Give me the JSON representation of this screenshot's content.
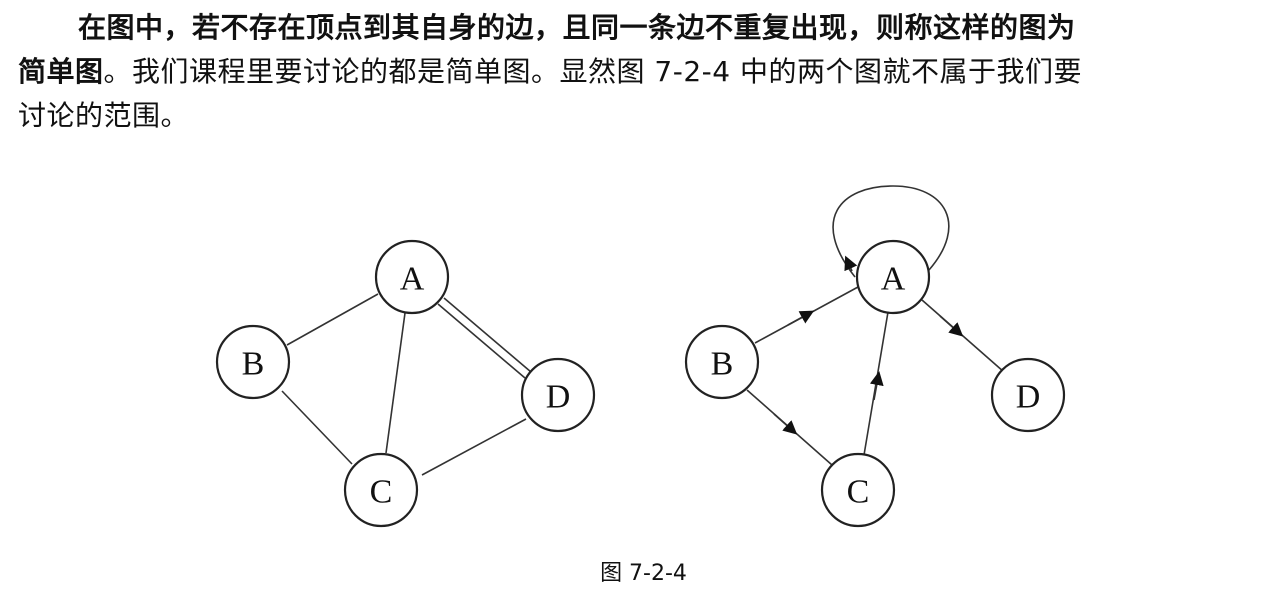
{
  "paragraph": {
    "line1": "在图中，若不存在顶点到其自身的边，且同一条边不重复出现，则称这样的图为",
    "line2_bold": "简单图",
    "line2_rest": "。我们课程里要讨论的都是简单图。显然图 7-2-4 中的两个图就不属于我们要",
    "line3": "讨论的范围。"
  },
  "figure": {
    "left_graph": {
      "nodes": {
        "A": "A",
        "B": "B",
        "C": "C",
        "D": "D"
      }
    },
    "right_graph": {
      "nodes": {
        "A": "A",
        "B": "B",
        "C": "C",
        "D": "D"
      }
    },
    "caption": "图 7-2-4"
  }
}
